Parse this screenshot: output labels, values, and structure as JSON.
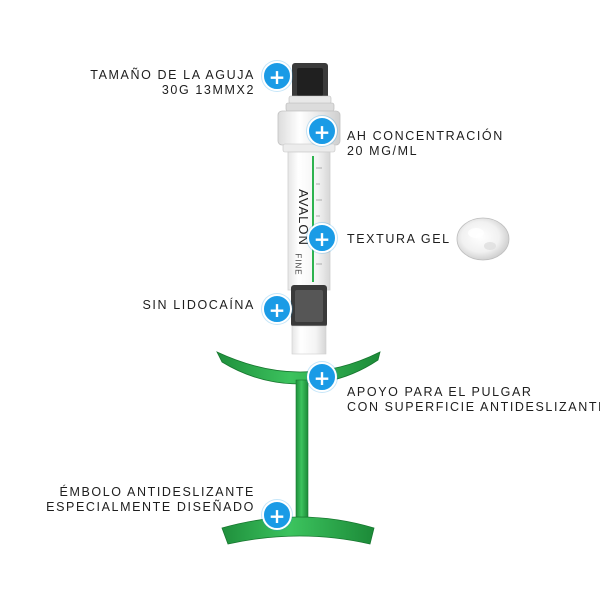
{
  "hotspot_symbol": "+",
  "accent_color": "#1a9be6",
  "plunger_color": "#2aa84a",
  "syringe": {
    "brand_text": "AVALON",
    "variant_text": "FINE"
  },
  "callouts": [
    {
      "id": "needle",
      "lines": [
        "TAMAÑO DE LA AGUJA",
        "30G 13MMX2"
      ]
    },
    {
      "id": "concentration",
      "lines": [
        "AH CONCENTRACIÓN",
        "20 MG/ML"
      ]
    },
    {
      "id": "texture",
      "lines": [
        "TEXTURA GEL"
      ]
    },
    {
      "id": "lidocaine",
      "lines": [
        "SIN LIDOCAÍNA"
      ]
    },
    {
      "id": "thumb-rest",
      "lines": [
        "APOYO PARA EL PULGAR",
        "CON SUPERFICIE ANTIDESLIZANTE"
      ]
    },
    {
      "id": "plunger",
      "lines": [
        "ÉMBOLO ANTIDESLIZANTE",
        "ESPECIALMENTE DISEÑADO"
      ]
    }
  ]
}
